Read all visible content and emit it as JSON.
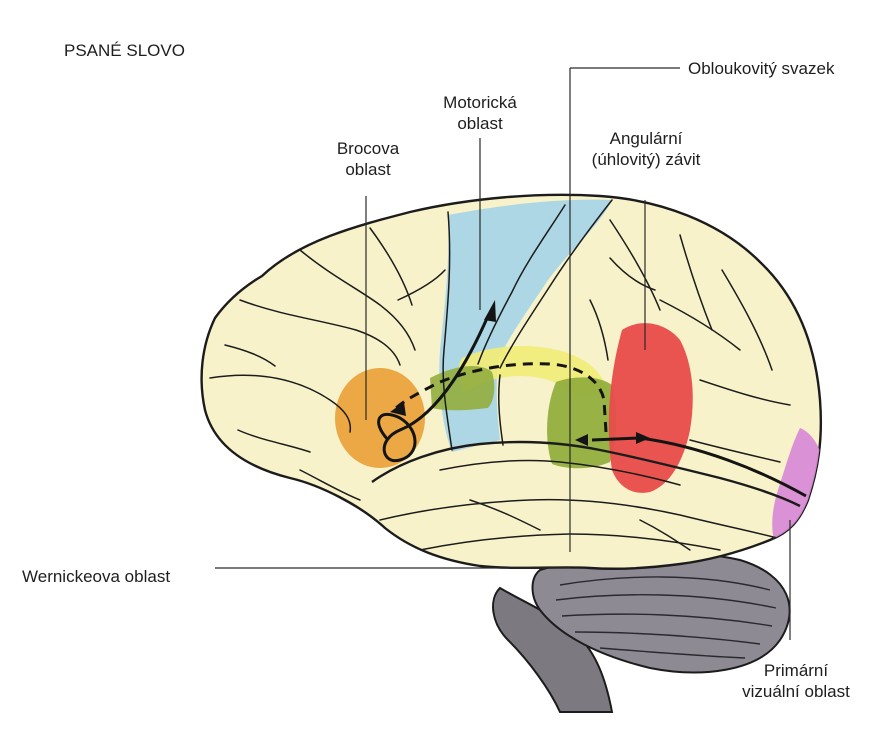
{
  "title": "PSANÉ SLOVO",
  "labels": {
    "motoricka": [
      "Motorická",
      "oblast"
    ],
    "brocova": [
      "Brocova",
      "oblast"
    ],
    "angularni": [
      "Angulární",
      "(úhlovitý) závit"
    ],
    "obloukovity": "Obloukovitý svazek",
    "wernickeova": "Wernickeova oblast",
    "primarni": [
      "Primární",
      "vizuální oblast"
    ]
  },
  "colors": {
    "cortex": "#f7f2c9",
    "outline": "#1c1c1c",
    "motor_area": "#a9d5e6",
    "broca_area": "#eaa33e",
    "arcuate_bundle": "#f0ec7a",
    "wernicke_area": "#92ae3e",
    "angular_gyrus": "#e84b4b",
    "visual_area": "#d98bd6",
    "cerebellum": "#8e8a94",
    "brainstem": "#7d7981"
  }
}
